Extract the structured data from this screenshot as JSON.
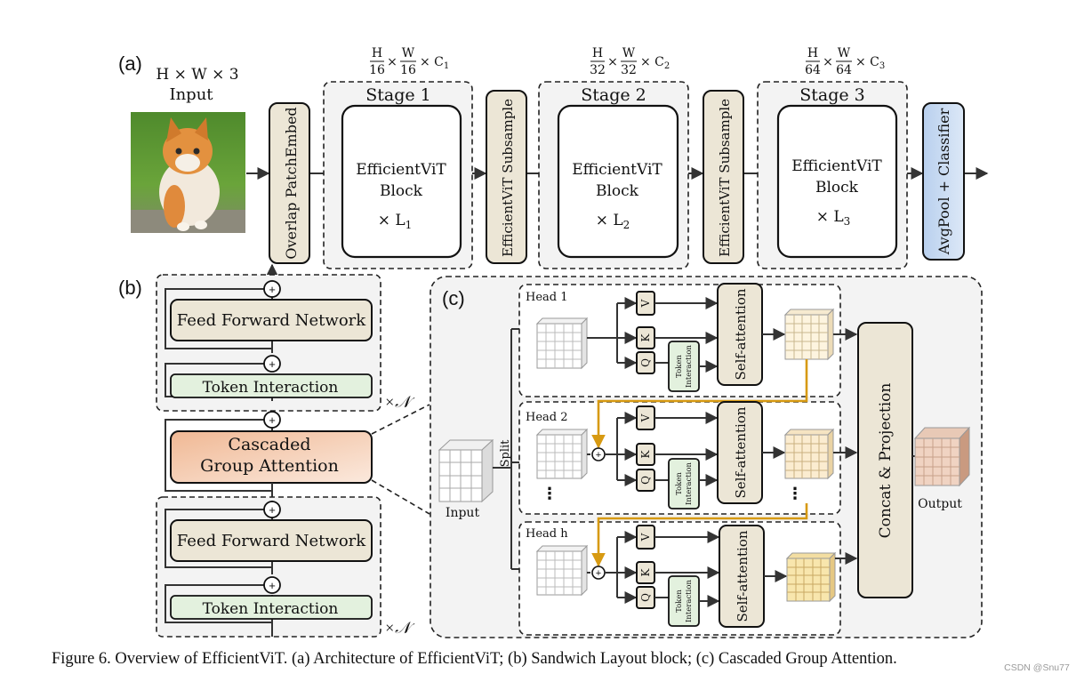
{
  "panel_a": {
    "label": "(a)",
    "input_dims": "H × W × 3",
    "input_label": "Input",
    "patch_embed": "Overlap PatchEmbed",
    "stages": [
      {
        "title": "Stage 1",
        "num": "H",
        "den1": "16",
        "num2": "W",
        "den2": "16",
        "ch": "× C",
        "ch_sub": "1",
        "block_l1": "EfficientViT",
        "block_l2": "Block",
        "repeat": "× L",
        "repeat_sub": "1"
      },
      {
        "title": "Stage 2",
        "num": "H",
        "den1": "32",
        "num2": "W",
        "den2": "32",
        "ch": "× C",
        "ch_sub": "2",
        "block_l1": "EfficientViT",
        "block_l2": "Block",
        "repeat": "× L",
        "repeat_sub": "2"
      },
      {
        "title": "Stage 3",
        "num": "H",
        "den1": "64",
        "num2": "W",
        "den2": "64",
        "ch": "× C",
        "ch_sub": "3",
        "block_l1": "EfficientViT",
        "block_l2": "Block",
        "repeat": "× L",
        "repeat_sub": "3"
      }
    ],
    "times": "×",
    "subsample": "EfficientViT Subsample",
    "classifier": "AvgPool + Classifier"
  },
  "panel_b": {
    "label": "(b)",
    "ffn": "Feed Forward Network",
    "token_interaction": "Token Interaction",
    "cga_l1": "Cascaded",
    "cga_l2": "Group Attention",
    "repeat": "×𝒩",
    "plus": "+"
  },
  "panel_c": {
    "label": "(c)",
    "heads": [
      "Head 1",
      "Head 2",
      "Head h"
    ],
    "v": "V",
    "k": "K",
    "q": "Q",
    "token_l1": "Token",
    "token_l2": "Interaction",
    "self_attention": "Self-attention",
    "split": "Split",
    "input": "Input",
    "concat": "Concat & Projection",
    "output": "Output",
    "dots": "⋮"
  },
  "caption": "Figure 6. Overview of EfficientViT. (a) Architecture of EfficientViT; (b) Sandwich Layout block; (c) Cascaded Group Attention.",
  "watermark": "CSDN @Snu77",
  "colors": {
    "tan": "#ece6d6",
    "green": "#e3f1de",
    "blue": "#c9dcf3",
    "orange": "#f1c6a8",
    "gold": "#d79a12"
  }
}
